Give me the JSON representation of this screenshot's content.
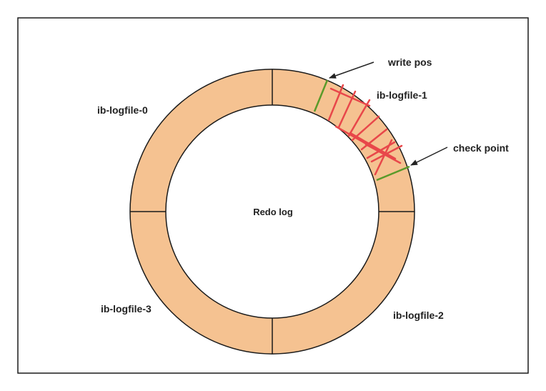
{
  "diagram": {
    "center_label": "Redo log",
    "segments": [
      {
        "label": "ib-logfile-0"
      },
      {
        "label": "ib-logfile-1"
      },
      {
        "label": "ib-logfile-2"
      },
      {
        "label": "ib-logfile-3"
      }
    ],
    "pointers": {
      "write_pos": "write pos",
      "check_point": "check point"
    }
  },
  "colors": {
    "ring_fill": "#f5c291",
    "ring_stroke": "#1a1a1a",
    "pointer_line": "#5a9a2a",
    "hatch": "#e8474a",
    "arrow": "#222222",
    "frame": "#1a1a1a"
  }
}
